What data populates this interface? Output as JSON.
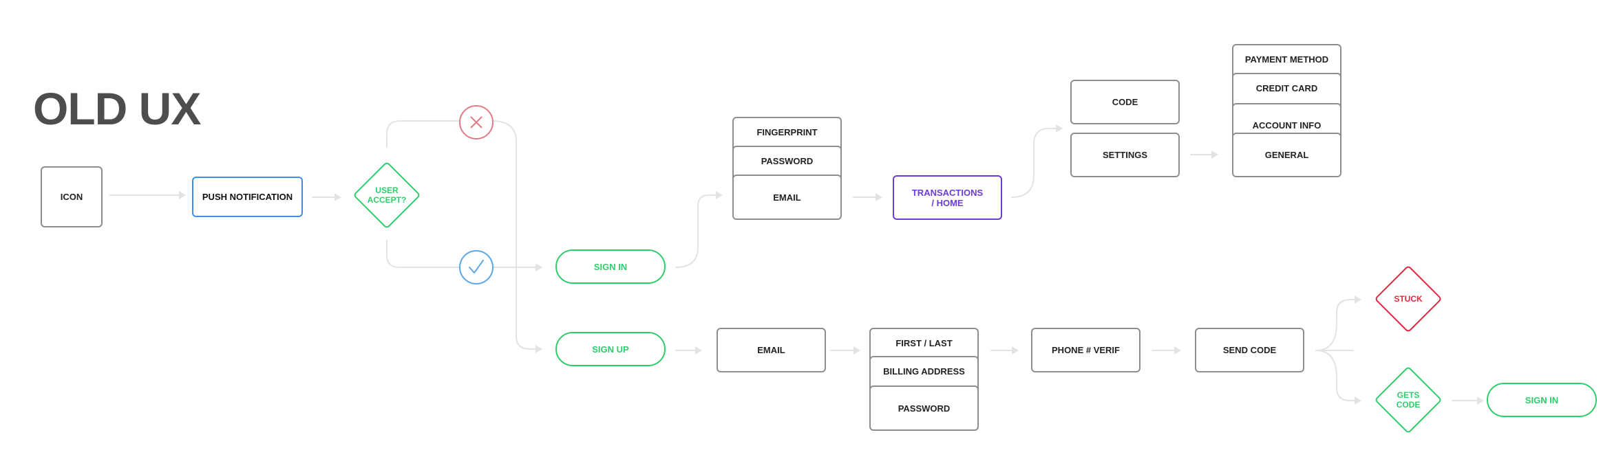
{
  "title": "OLD UX",
  "nodes": {
    "icon": "ICON",
    "push_notification": "PUSH NOTIFICATION",
    "user_accept": "USER ACCEPT?",
    "sign_in": "SIGN IN",
    "sign_up": "SIGN UP",
    "fingerprint": "FINGERPRINT",
    "password": "PASSWORD",
    "email": "EMAIL",
    "transactions_home": "TRANSACTIONS / HOME",
    "code": "CODE",
    "settings": "SETTINGS",
    "payment_method": "PAYMENT METHOD",
    "credit_card": "CREDIT CARD",
    "account_info": "ACCOUNT INFO",
    "general": "GENERAL",
    "signup_email": "EMAIL",
    "first_last": "FIRST / LAST",
    "billing_address": "BILLING ADDRESS",
    "signup_password": "PASSWORD",
    "phone_verif": "PHONE # VERIF",
    "send_code": "SEND CODE",
    "stuck": "STUCK",
    "gets_code": "GETS CODE",
    "final_sign_in": "SIGN IN"
  },
  "colors": {
    "connector": "#e3e3e3",
    "node_border": "#8d8d8d",
    "green": "#2fcc6c",
    "red": "#e3273b",
    "blue": "#3d8ee6",
    "purple": "#6a3bd6",
    "reject": "#e07b86",
    "accept": "#5aa7e6"
  },
  "icons": {
    "reject": "close-icon",
    "accept": "check-icon"
  }
}
